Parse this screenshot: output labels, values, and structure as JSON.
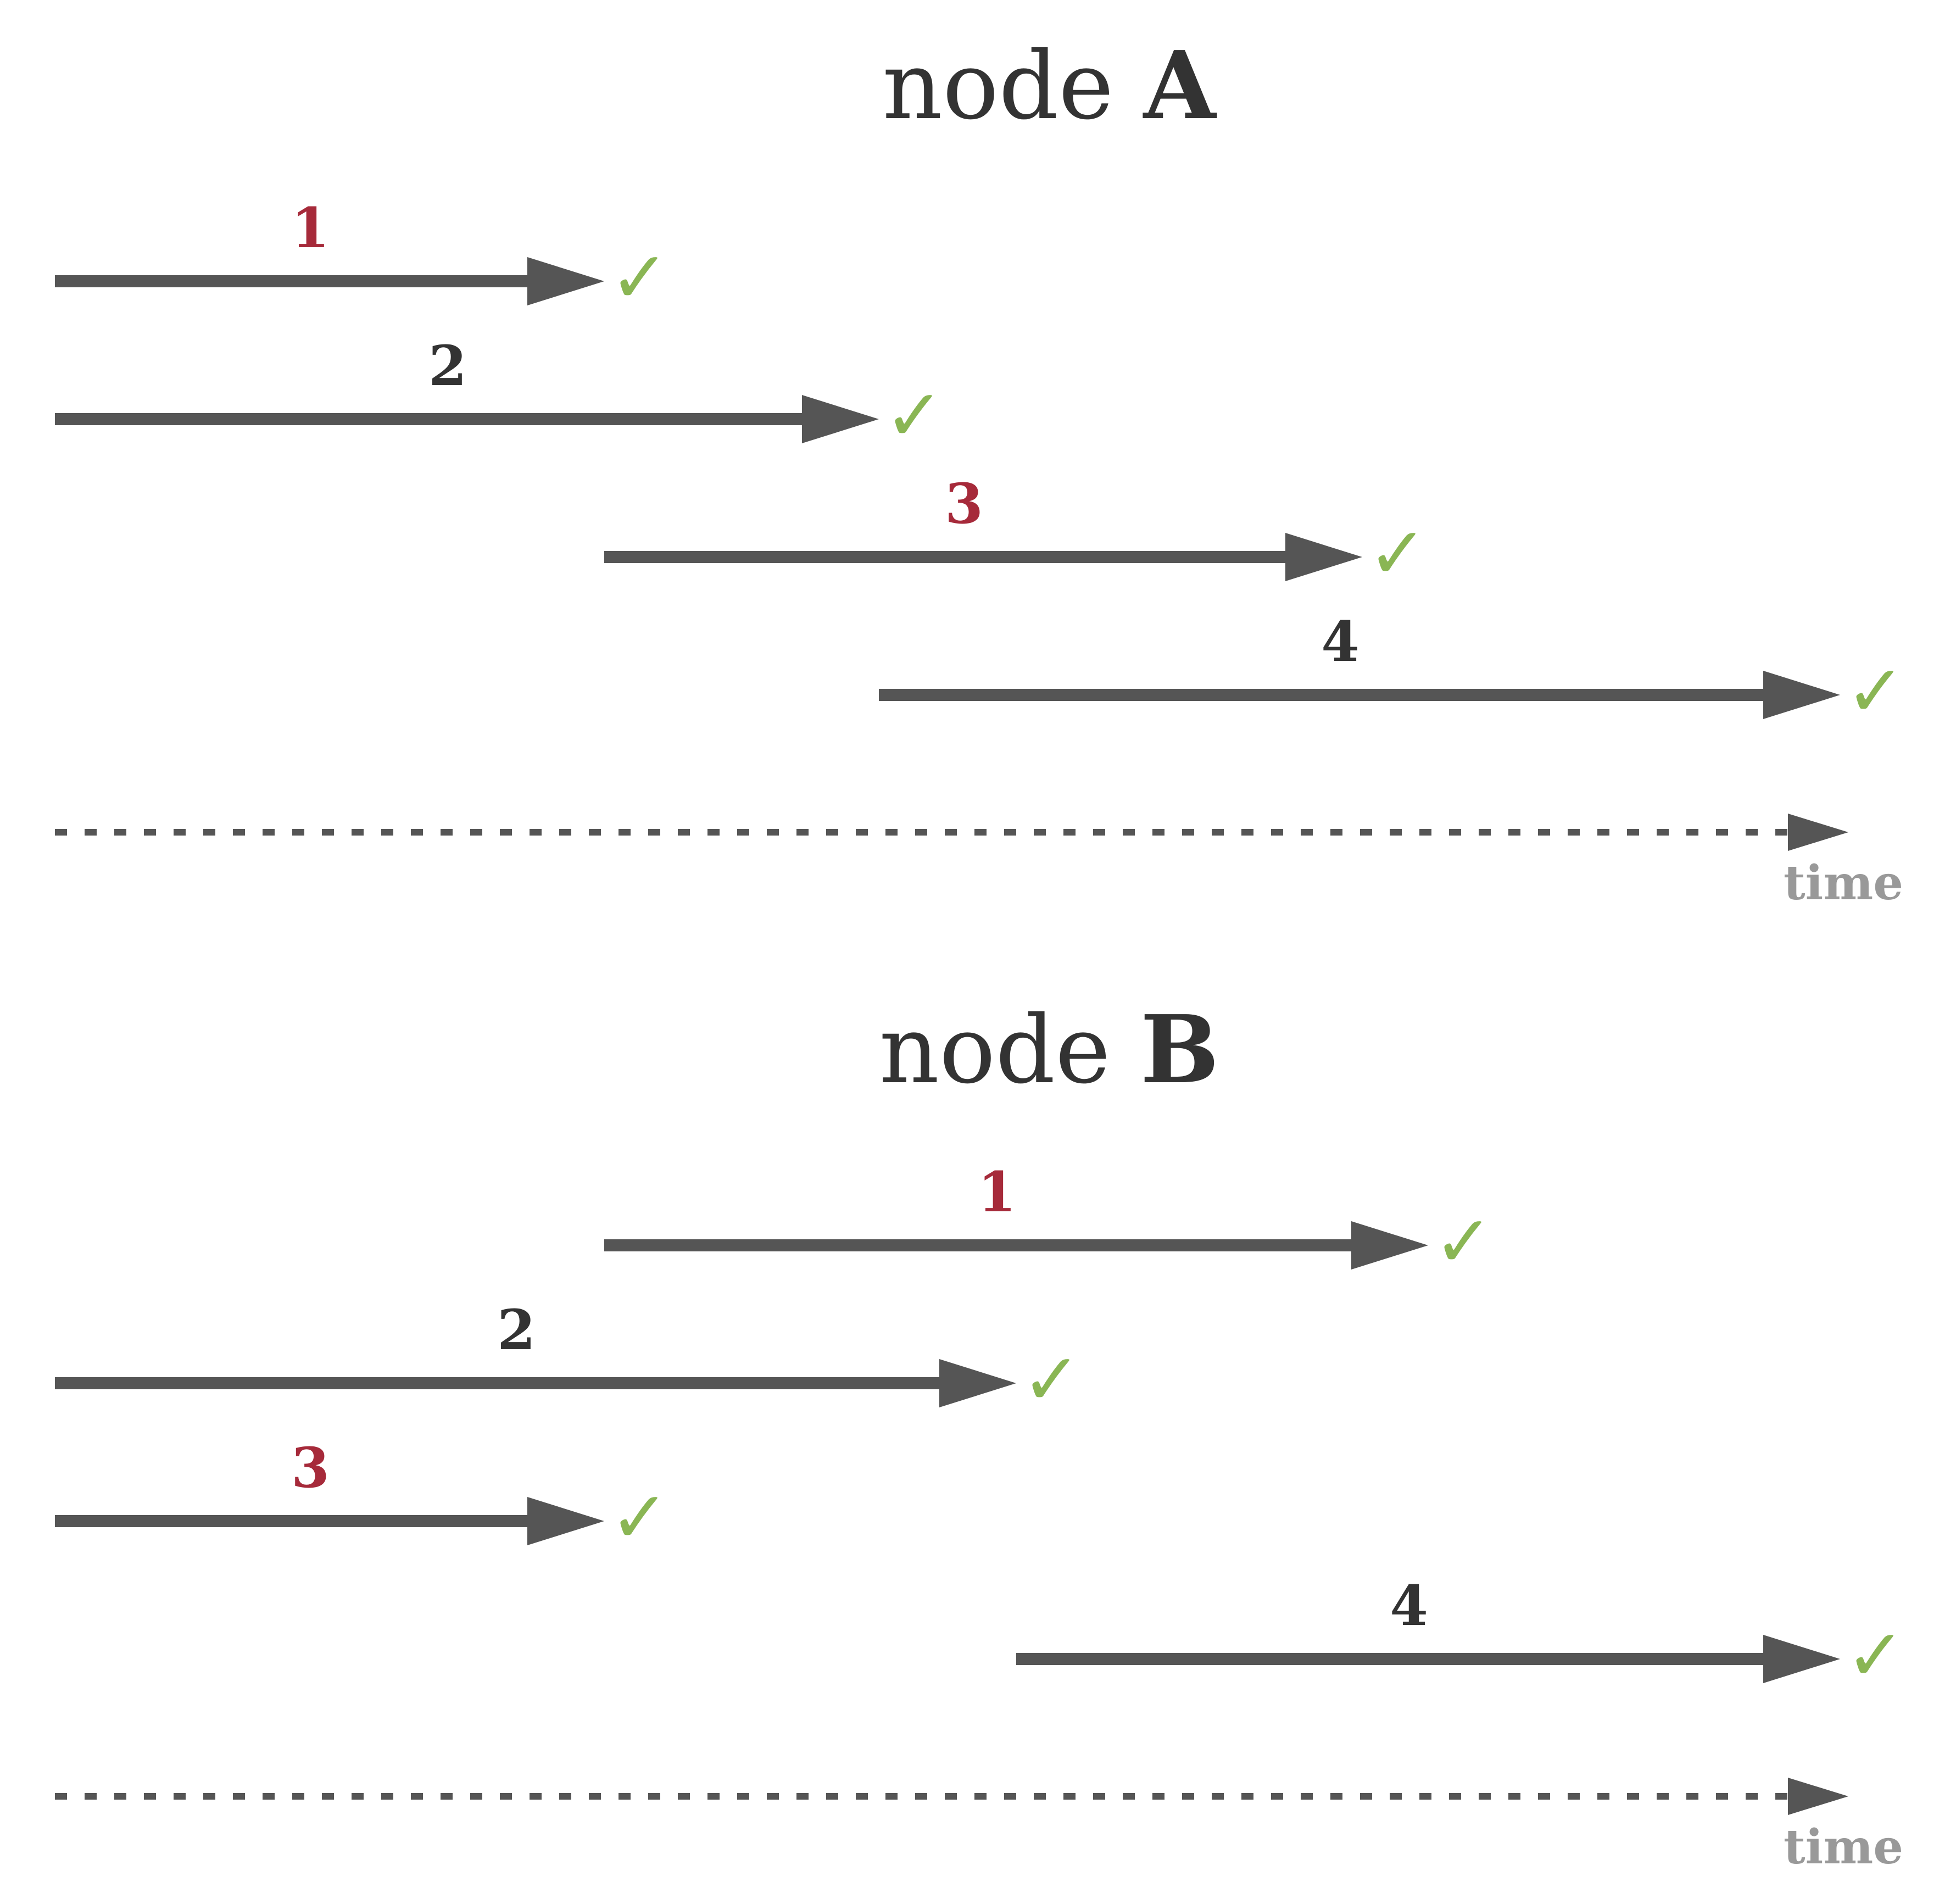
{
  "colors": {
    "arrow": "#555555",
    "title_text": "#333333",
    "highlight_label": "#a62a3a",
    "normal_label": "#333333",
    "check": "#8ab654",
    "time_label": "#999999"
  },
  "check_glyph": "✓",
  "icons": {
    "check": "check-mark-icon",
    "arrowhead": "arrowhead-icon"
  },
  "panels": [
    {
      "id": "node-a",
      "title_prefix": "node",
      "title_letter": "A",
      "time_label": "time",
      "tasks": [
        {
          "label": "1",
          "highlight": true,
          "start": 0.0,
          "end": 1.0
        },
        {
          "label": "2",
          "highlight": false,
          "start": 0.0,
          "end": 1.5
        },
        {
          "label": "3",
          "highlight": true,
          "start": 1.0,
          "end": 2.38
        },
        {
          "label": "4",
          "highlight": false,
          "start": 1.5,
          "end": 3.25
        }
      ]
    },
    {
      "id": "node-b",
      "title_prefix": "node",
      "title_letter": "B",
      "time_label": "time",
      "tasks": [
        {
          "label": "1",
          "highlight": true,
          "start": 1.0,
          "end": 2.5
        },
        {
          "label": "2",
          "highlight": false,
          "start": 0.0,
          "end": 1.75
        },
        {
          "label": "3",
          "highlight": true,
          "start": 0.0,
          "end": 1.0
        },
        {
          "label": "4",
          "highlight": false,
          "start": 1.75,
          "end": 3.25
        }
      ]
    }
  ]
}
